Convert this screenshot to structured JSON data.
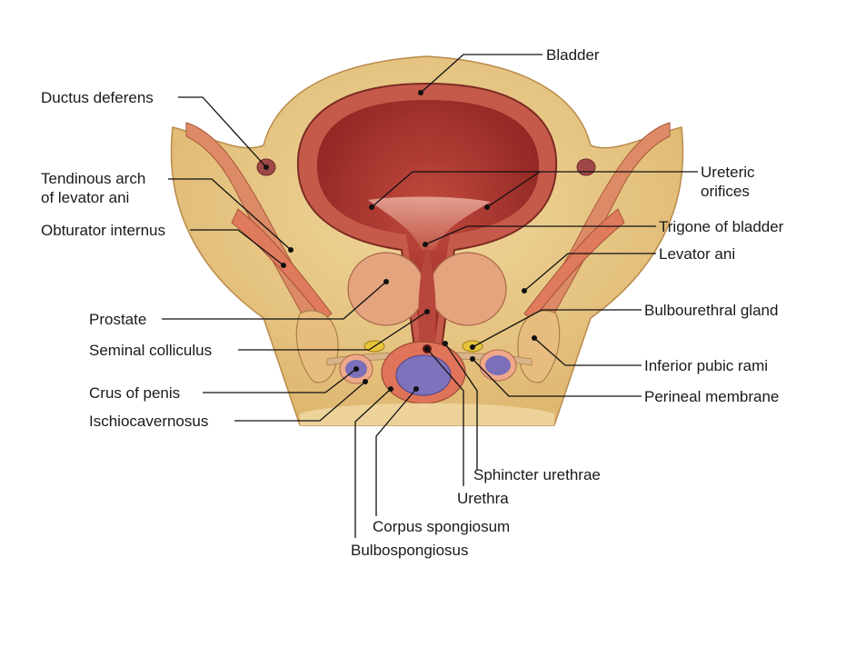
{
  "labels": {
    "bladder": "Bladder",
    "ductus_deferens": "Ductus deferens",
    "tendinous_arch_1": "Tendinous arch",
    "tendinous_arch_2": "of levator ani",
    "obturator_internus": "Obturator internus",
    "prostate": "Prostate",
    "seminal_colliculus": "Seminal colliculus",
    "crus_of_penis": "Crus of penis",
    "ischiocavernosus": "Ischiocavernosus",
    "ureteric_orifices_1": "Ureteric",
    "ureteric_orifices_2": "orifices",
    "trigone": "Trigone of bladder",
    "levator_ani": "Levator ani",
    "bulbourethral_gland": "Bulbourethral gland",
    "inferior_pubic_rami": "Inferior pubic rami",
    "perineal_membrane": "Perineal membrane",
    "sphincter_urethrae": "Sphincter urethrae",
    "urethra": "Urethra",
    "corpus_spongiosum": "Corpus spongiosum",
    "bulbospongiosus": "Bulbospongiosus"
  },
  "colors": {
    "skin_fat": "#e8c98a",
    "muscle": "#d97a5a",
    "bladder_lumen": "#a8302c",
    "bladder_wall": "#c4504a",
    "prostate": "#e2a07a",
    "erectile": "#7a6fb8",
    "bone": "#e6b87a",
    "gland": "#e8c43c"
  }
}
